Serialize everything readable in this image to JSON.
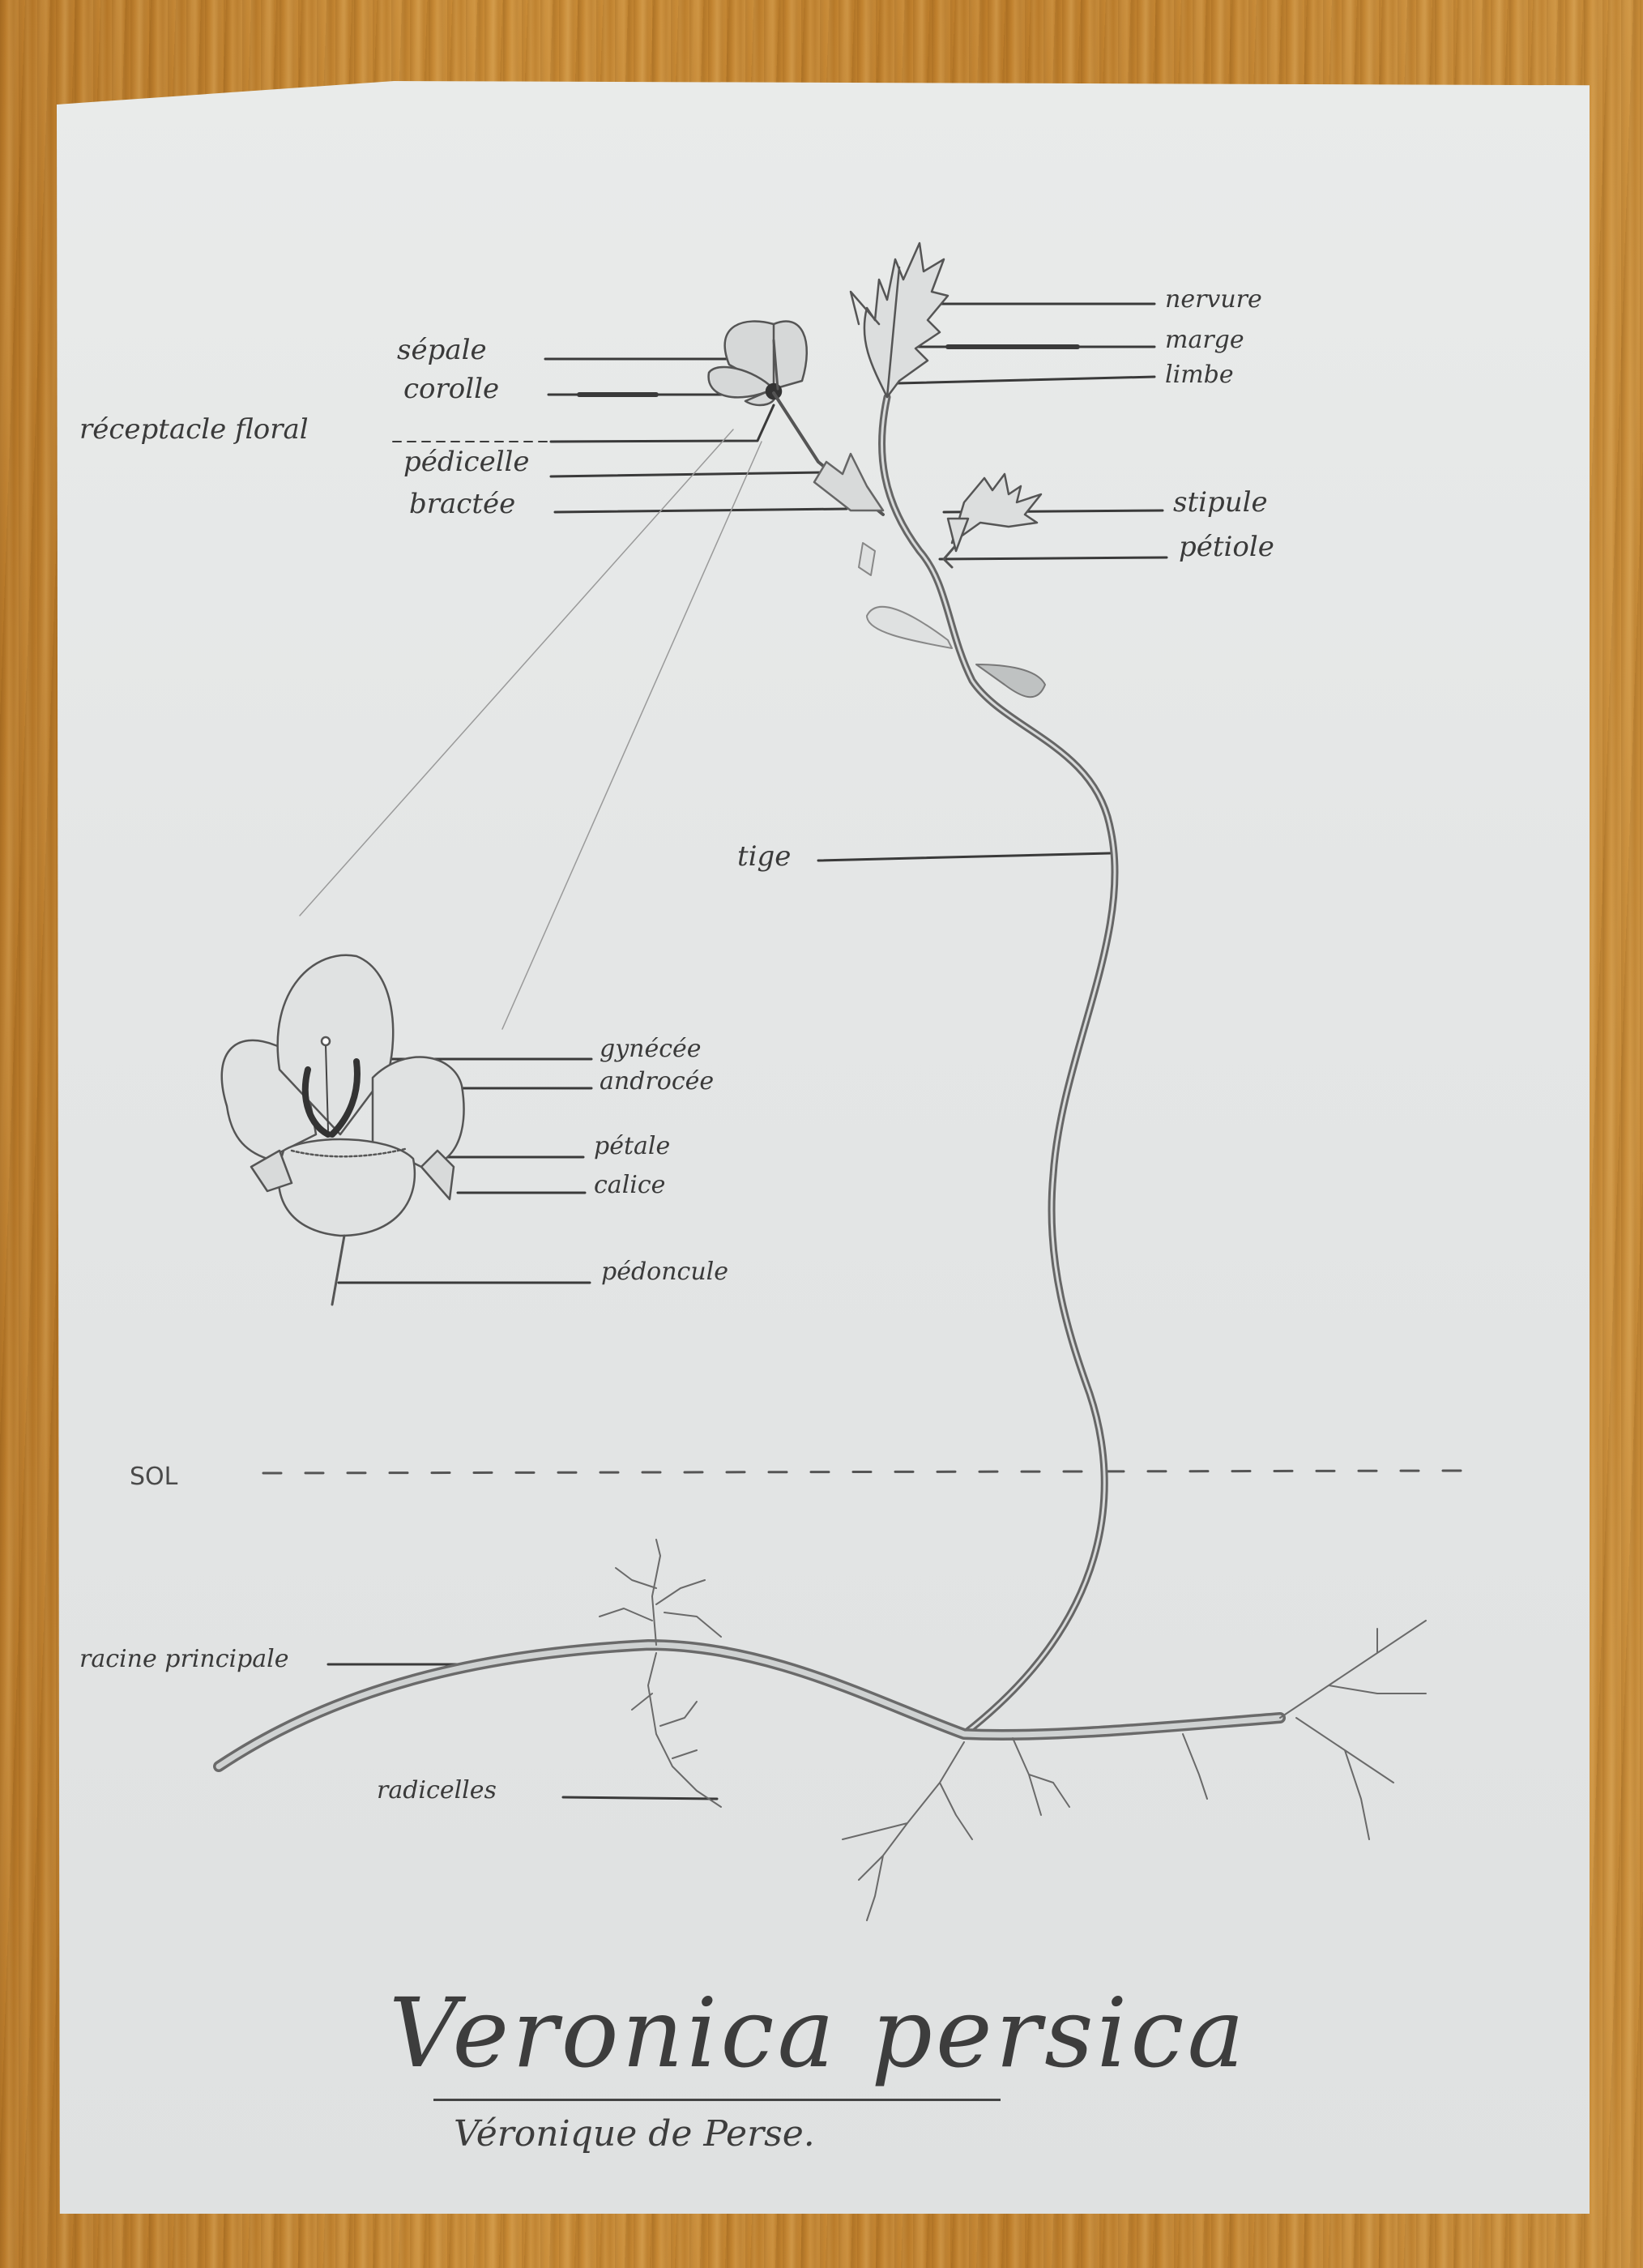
{
  "title": {
    "scientific_name": "Veronica persica",
    "common_name": "Véronique de Perse."
  },
  "flower_top_labels": {
    "sepale": "sépale",
    "corolle": "corolle",
    "receptacle": "réceptacle floral",
    "pedicelle": "pédicelle",
    "bractee": "bractée"
  },
  "leaf_labels": {
    "nervure": "nervure",
    "marge": "marge",
    "limbe": "limbe",
    "stipule": "stipule",
    "petiole": "pétiole"
  },
  "stem_label": "tige",
  "flower_detail_labels": {
    "gynecee": "gynécée",
    "androcee": "androcée",
    "petale": "pétale",
    "calice": "calice",
    "pedoncule": "pédoncule"
  },
  "soil_label": "SOL",
  "root_labels": {
    "racine_principale": "racine principale",
    "radicelles": "radicelles"
  },
  "colors": {
    "pencil": "#3a3a3a",
    "paper": "#e6e8e8",
    "wood": "#c3842f"
  }
}
